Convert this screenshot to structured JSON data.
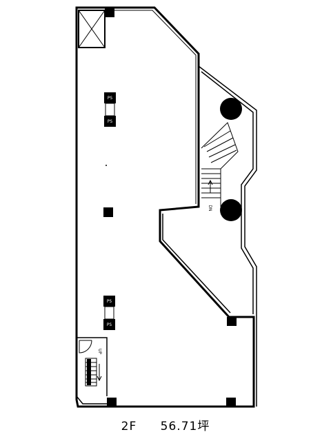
{
  "plan": {
    "ps_label": "PS",
    "stair_dn_label": "DN",
    "stair_up_label": "UP"
  },
  "caption": {
    "floor": "2F",
    "area": "56.71坪"
  }
}
